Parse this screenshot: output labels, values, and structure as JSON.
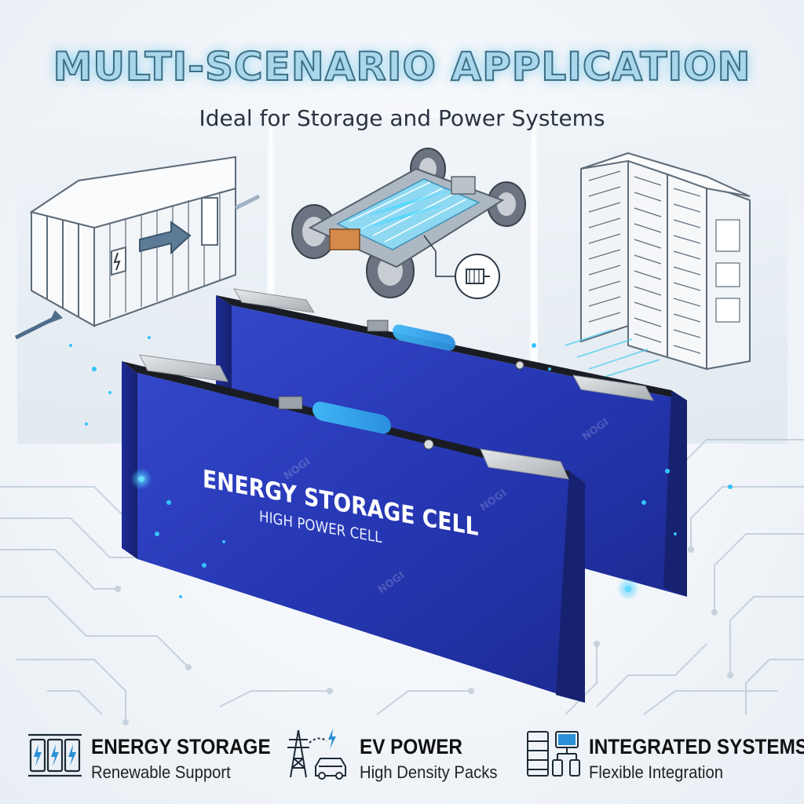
{
  "header": {
    "title": "MULTI-SCENARIO APPLICATION",
    "subtitle": "Ideal for Storage and Power Systems"
  },
  "product": {
    "label_main": "ENERGY STORAGE CELL",
    "label_sub": "HIGH POWER CELL",
    "watermark": "NOGI",
    "color": "#2b3db8",
    "glow_color": "#33c3ff"
  },
  "scenes": [
    {
      "name": "container",
      "icon": "shipping-container-icon"
    },
    {
      "name": "ev-chassis",
      "icon": "ev-chassis-icon",
      "badge_icon": "motor-icon"
    },
    {
      "name": "server-racks",
      "icon": "server-rack-icon"
    }
  ],
  "features": [
    {
      "title": "ENERGY STORAGE",
      "subtitle": "Renewable Support",
      "icon": "battery-bank-icon"
    },
    {
      "title": "EV POWER",
      "subtitle": "High Density Packs",
      "icon": "power-tower-car-icon"
    },
    {
      "title": "INTEGRATED SYSTEMS",
      "subtitle": "Flexible Integration",
      "icon": "network-devices-icon"
    }
  ]
}
